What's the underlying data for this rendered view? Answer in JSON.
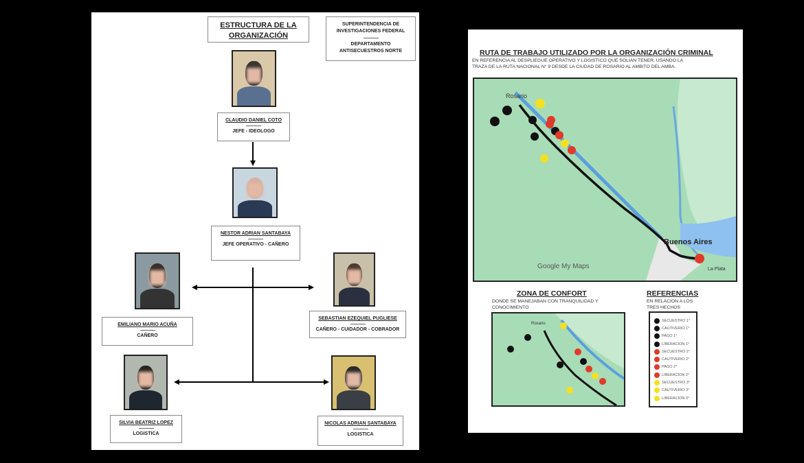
{
  "org": {
    "title_line1": "ESTRUCTURA DE LA",
    "title_line2": "ORGANIZACIÓN",
    "agency_line1": "SUPERINTENDENCIA DE",
    "agency_line2": "INVESTIGACIONES FEDERAL",
    "department_line1": "DEPARTAMENTO",
    "department_line2": "ANTISECUESTROS NORTE",
    "members": [
      {
        "name": "CLAUDIO DANIEL COTO",
        "role": "JEFE - IDEOLOGO"
      },
      {
        "name": "NESTOR ADRIAN SANTABAYA",
        "role": "JEFE OPERATIVO - CAÑERO"
      },
      {
        "name": "EMILIANO MARIO ACUÑA",
        "role": "CAÑERO"
      },
      {
        "name": "SEBASTIAN EZEQUIEL PUGLIESE",
        "role": "CAÑERO - CUIDADOR - COBRADOR"
      },
      {
        "name": "SILVIA BEATRIZ LOPEZ",
        "role": "LOGISTICA"
      },
      {
        "name": "NICOLAS ADRIAN SANTABAYA",
        "role": "LOGISTICA"
      }
    ]
  },
  "route": {
    "title": "RUTA DE TRABAJO UTILIZADO POR LA ORGANIZACIÓN CRIMINAL",
    "subtitle_line1": "EN REFERENCIA AL DESPLIEGUE OPERATIVO Y LOGISTICO QUE SOLIAN TENER, USANDO LA",
    "subtitle_line2": "TRAZA DE LA RUTA NACIONAL N° 9 DESDE LA CIUDAD DE ROSARIO AL AMBITO DEL AMBA.",
    "map": {
      "city1": "Rosario",
      "city2": "Buenos Aires",
      "city3": "La Plata",
      "brand": "Google My Maps"
    },
    "comfort": {
      "title": "ZONA DE CONFORT",
      "desc_line1": "DONDE SE MANEJABAN CON TRANQUILIDAD Y",
      "desc_line2": "CONOCIMIENTO",
      "city": "Rosario"
    },
    "references": {
      "title": "REFERENCIAS",
      "desc_line1": "EN RELACION A LOS",
      "desc_line2": "TRES HECHOS",
      "items": [
        {
          "label": "SECUESTRO 1°",
          "color": "#111111"
        },
        {
          "label": "CAUTIVERIO 1°",
          "color": "#111111"
        },
        {
          "label": "PAGO 1°",
          "color": "#111111"
        },
        {
          "label": "LIBERACION 1°",
          "color": "#111111"
        },
        {
          "label": "SECUESTRO 2°",
          "color": "#e03a2a"
        },
        {
          "label": "CAUTIVERIO 2°",
          "color": "#e03a2a"
        },
        {
          "label": "PAGO 2°",
          "color": "#e03a2a"
        },
        {
          "label": "LIBERACION 2°",
          "color": "#e03a2a"
        },
        {
          "label": "SECUESTRO 3°",
          "color": "#f5e020"
        },
        {
          "label": "CAUTIVERIO 3°",
          "color": "#f5e020"
        },
        {
          "label": "LIBERACION 3°",
          "color": "#f5e020"
        }
      ]
    }
  }
}
